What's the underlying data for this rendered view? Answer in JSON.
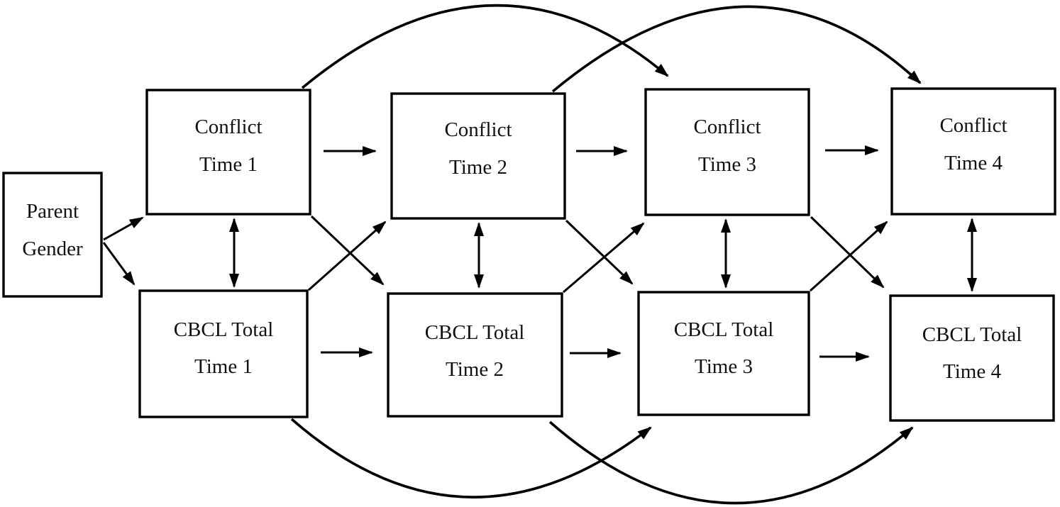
{
  "diagram": {
    "type": "path-model",
    "background": "#ffffff",
    "stroke_color": "#000000",
    "nodes": {
      "parent_gender": {
        "line1": "Parent",
        "line2": "Gender"
      },
      "conflict_t1": {
        "line1": "Conflict",
        "line2": "Time 1"
      },
      "conflict_t2": {
        "line1": "Conflict",
        "line2": "Time 2"
      },
      "conflict_t3": {
        "line1": "Conflict",
        "line2": "Time 3"
      },
      "conflict_t4": {
        "line1": "Conflict",
        "line2": "Time 4"
      },
      "cbcl_t1": {
        "line1": "CBCL Total",
        "line2": "Time 1"
      },
      "cbcl_t2": {
        "line1": "CBCL Total",
        "line2": "Time 2"
      },
      "cbcl_t3": {
        "line1": "CBCL Total",
        "line2": "Time 3"
      },
      "cbcl_t4": {
        "line1": "CBCL Total",
        "line2": "Time 4"
      }
    },
    "edges": [
      {
        "from": "Parent Gender",
        "to": "Conflict Time 1",
        "kind": "directed-straight"
      },
      {
        "from": "Parent Gender",
        "to": "CBCL Total Time 1",
        "kind": "directed-straight"
      },
      {
        "from": "Conflict Time 1",
        "to": "Conflict Time 2",
        "kind": "directed-straight"
      },
      {
        "from": "Conflict Time 2",
        "to": "Conflict Time 3",
        "kind": "directed-straight"
      },
      {
        "from": "Conflict Time 3",
        "to": "Conflict Time 4",
        "kind": "directed-straight"
      },
      {
        "from": "CBCL Total Time 1",
        "to": "CBCL Total Time 2",
        "kind": "directed-straight"
      },
      {
        "from": "CBCL Total Time 2",
        "to": "CBCL Total Time 3",
        "kind": "directed-straight"
      },
      {
        "from": "CBCL Total Time 3",
        "to": "CBCL Total Time 4",
        "kind": "directed-straight"
      },
      {
        "from": "Conflict Time 1",
        "to": "CBCL Total Time 2",
        "kind": "directed-cross-lagged"
      },
      {
        "from": "CBCL Total Time 1",
        "to": "Conflict Time 2",
        "kind": "directed-cross-lagged"
      },
      {
        "from": "Conflict Time 2",
        "to": "CBCL Total Time 3",
        "kind": "directed-cross-lagged"
      },
      {
        "from": "CBCL Total Time 2",
        "to": "Conflict Time 3",
        "kind": "directed-cross-lagged"
      },
      {
        "from": "Conflict Time 3",
        "to": "CBCL Total Time 4",
        "kind": "directed-cross-lagged"
      },
      {
        "from": "CBCL Total Time 3",
        "to": "Conflict Time 4",
        "kind": "directed-cross-lagged"
      },
      {
        "from": "Conflict Time 1",
        "to": "CBCL Total Time 1",
        "kind": "bidirectional"
      },
      {
        "from": "Conflict Time 2",
        "to": "CBCL Total Time 2",
        "kind": "bidirectional"
      },
      {
        "from": "Conflict Time 3",
        "to": "CBCL Total Time 3",
        "kind": "bidirectional"
      },
      {
        "from": "Conflict Time 4",
        "to": "CBCL Total Time 4",
        "kind": "bidirectional"
      },
      {
        "from": "Conflict Time 1",
        "to": "Conflict Time 3",
        "kind": "directed-curved"
      },
      {
        "from": "Conflict Time 2",
        "to": "Conflict Time 4",
        "kind": "directed-curved"
      },
      {
        "from": "CBCL Total Time 1",
        "to": "CBCL Total Time 3",
        "kind": "directed-curved"
      },
      {
        "from": "CBCL Total Time 2",
        "to": "CBCL Total Time 4",
        "kind": "directed-curved"
      }
    ]
  }
}
